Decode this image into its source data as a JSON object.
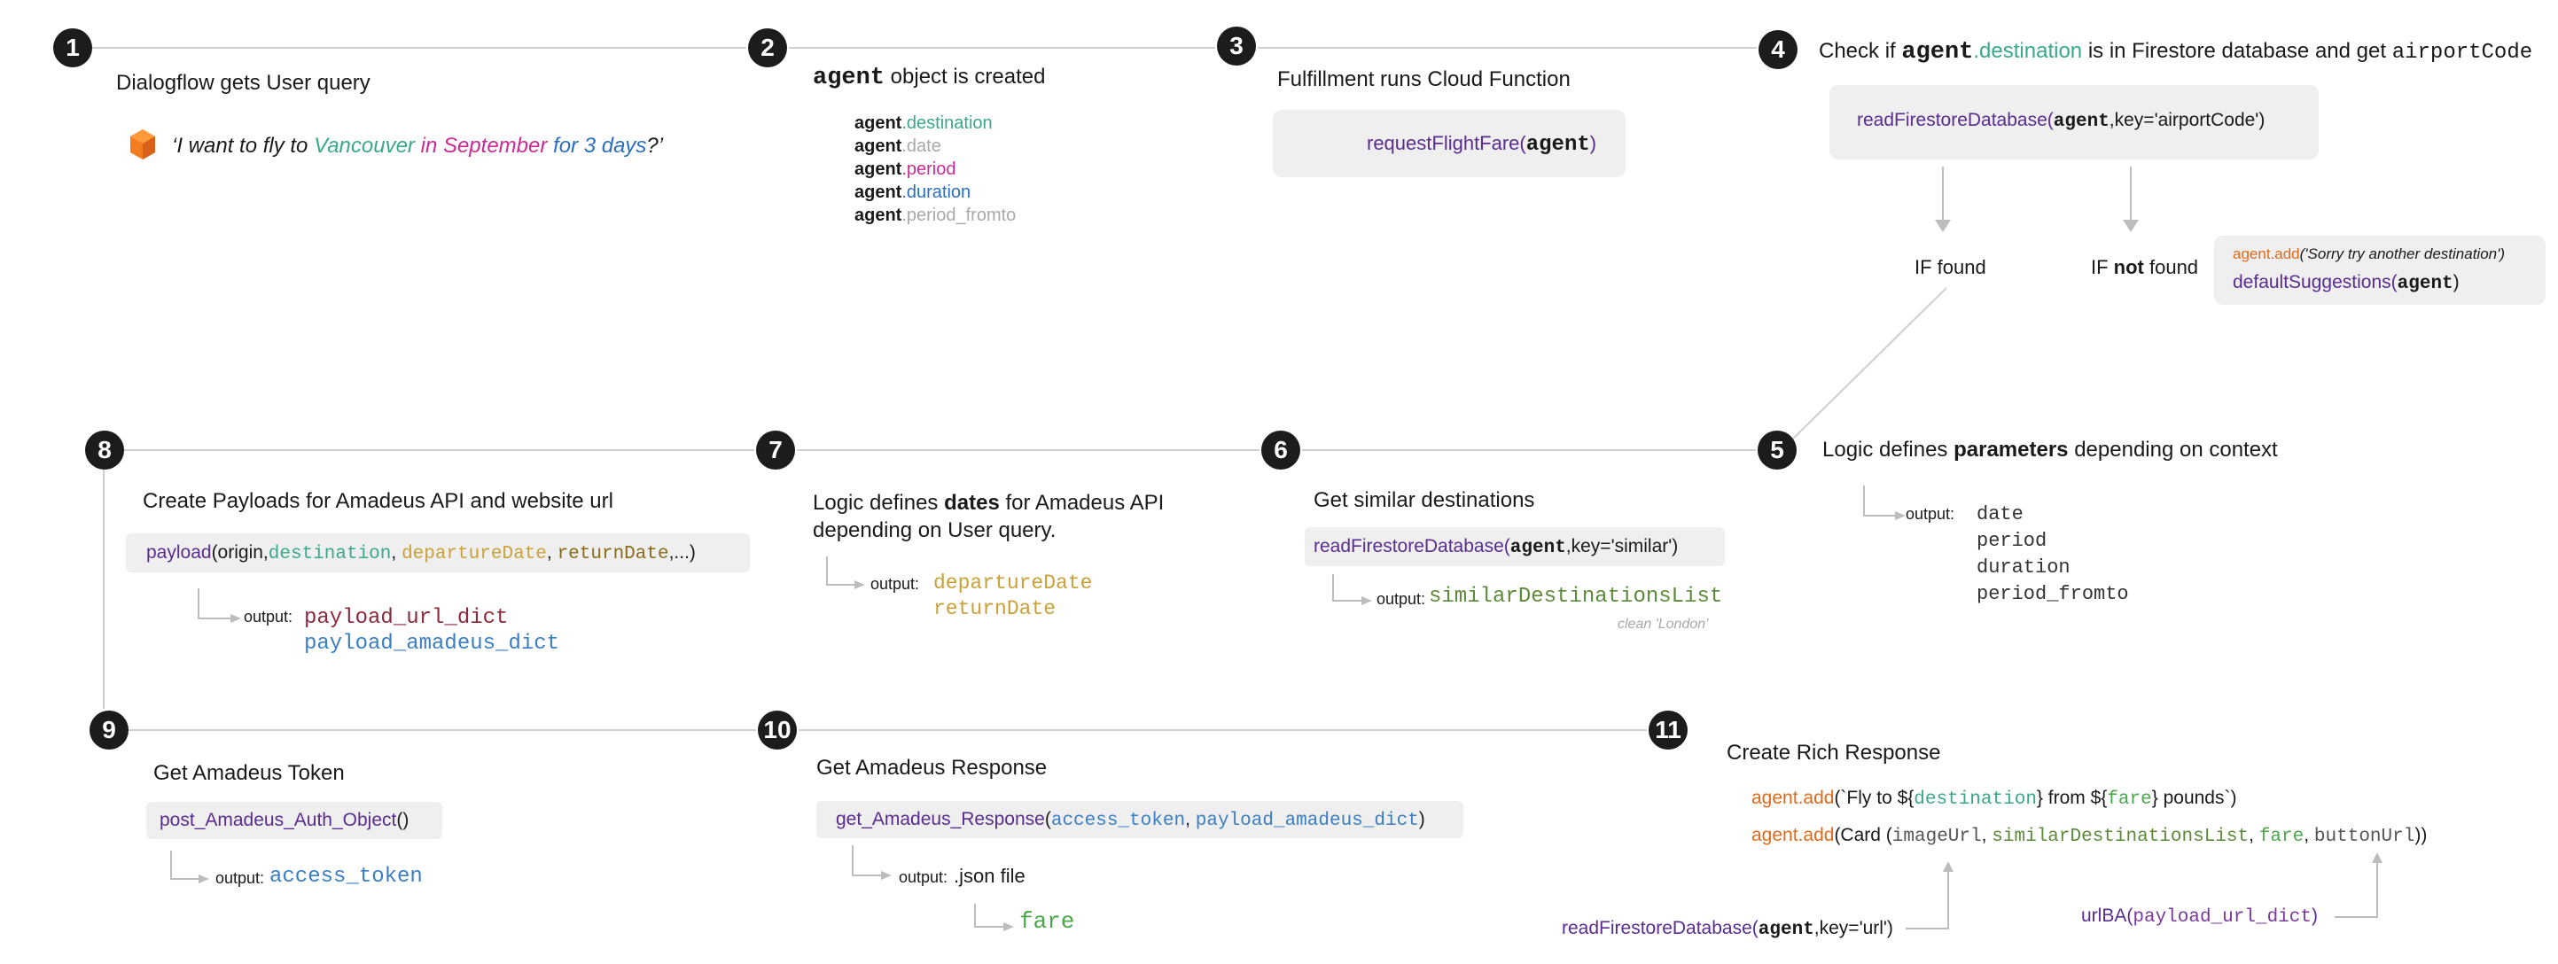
{
  "steps": [
    {
      "num": "1",
      "title": "Dialogflow gets User query"
    },
    {
      "num": "2",
      "title_rest": " object is created",
      "title_bold": "agent"
    },
    {
      "num": "3",
      "title": "Fulfillment runs Cloud Function"
    },
    {
      "num": "4"
    },
    {
      "num": "5"
    },
    {
      "num": "6",
      "title": "Get similar destinations"
    },
    {
      "num": "7"
    },
    {
      "num": "8",
      "title": "Create Payloads for Amadeus API and website url"
    },
    {
      "num": "9",
      "title": "Get Amadeus Token"
    },
    {
      "num": "10",
      "title": "Get Amadeus Response"
    },
    {
      "num": "11",
      "title": "Create Rich Response"
    }
  ],
  "step1": {
    "q_open": "‘I want to fly to ",
    "q_dest": "Vancouver",
    "q_period": " in September",
    "q_dur": " for 3 days",
    "q_close": "?’"
  },
  "step2": {
    "agent": "agent",
    "props": [
      ".destination",
      ".date",
      ".period",
      ".duration",
      ".period_fromto"
    ]
  },
  "step3": {
    "fn": "requestFlightFare(",
    "arg": "agent",
    "close": ")"
  },
  "step4": {
    "t1": "Check if ",
    "t_agent": "agent",
    "t_dest": ".destination",
    "t2": " is in Firestore database and get ",
    "t_code": "airportCode",
    "fn": "readFirestoreDatabase(",
    "arg": "agent",
    "rest": ",key='airportCode')",
    "if_found": "IF found",
    "if_not_pre": "IF ",
    "if_not_bold": "not",
    "if_not_post": " found",
    "add_agent": "agent",
    "add_method": ".add",
    "add_text": "('Sorry try another destination')",
    "ds_fn": "defaultSuggestions(",
    "ds_arg": "agent",
    "ds_close": ")"
  },
  "step5": {
    "t1": "Logic defines ",
    "t_bold": "parameters",
    "t2": " depending on context",
    "output": "output:",
    "vals": [
      "date",
      "period",
      "duration",
      "period_fromto"
    ]
  },
  "step6": {
    "fn": "readFirestoreDatabase(",
    "arg": "agent",
    "rest": ",key='similar')",
    "output": "output:",
    "val": "similarDestinationsList",
    "note": "clean 'London'"
  },
  "step7": {
    "t1": "Logic defines ",
    "t_bold": "dates",
    "t2": " for Amadeus API",
    "t3": "depending on User query.",
    "output": "output:",
    "vals": [
      "departureDate",
      "returnDate"
    ]
  },
  "step8": {
    "fn": "payload",
    "p1": "(origin,",
    "p2": "destination",
    "p3": ", ",
    "p4": "departureDate",
    "p5": ", ",
    "p6": "returnDate",
    "p7": ",...)",
    "output": "output:",
    "v1": "payload_url_dict",
    "v2": "payload_amadeus_dict"
  },
  "step9": {
    "fn": "post_Amadeus_Auth_Object",
    "paren": "()",
    "output": "output:",
    "val": "access_token"
  },
  "step10": {
    "fn": "get_Amadeus_Response",
    "open": "(",
    "a1": "access_token",
    "sep": ", ",
    "a2": "payload_amadeus_dict",
    "close": ")",
    "output": "output:",
    "json": ".json file",
    "fare": "fare"
  },
  "step11": {
    "l1_agent": "agent",
    "l1_add": ".add",
    "l1_a": "(`Fly to ${",
    "l1_dest": "destination",
    "l1_b": "} from ${",
    "l1_fare": "fare",
    "l1_c": "} pounds`)",
    "l2_agent": "agent",
    "l2_add": ".add",
    "l2_a": "(Card (",
    "l2_img": "imageUrl",
    "l2_sep1": ", ",
    "l2_sim": "similarDestinationsList",
    "l2_sep2": ", ",
    "l2_fare": "fare",
    "l2_sep3": ", ",
    "l2_btn": "buttonUrl",
    "l2_close": "))",
    "rf_fn": "readFirestoreDatabase(",
    "rf_arg": "agent",
    "rf_rest": ",key='url')",
    "url_fn": "urlBA(",
    "url_arg": "payload_url_dict",
    "url_close": ")"
  }
}
